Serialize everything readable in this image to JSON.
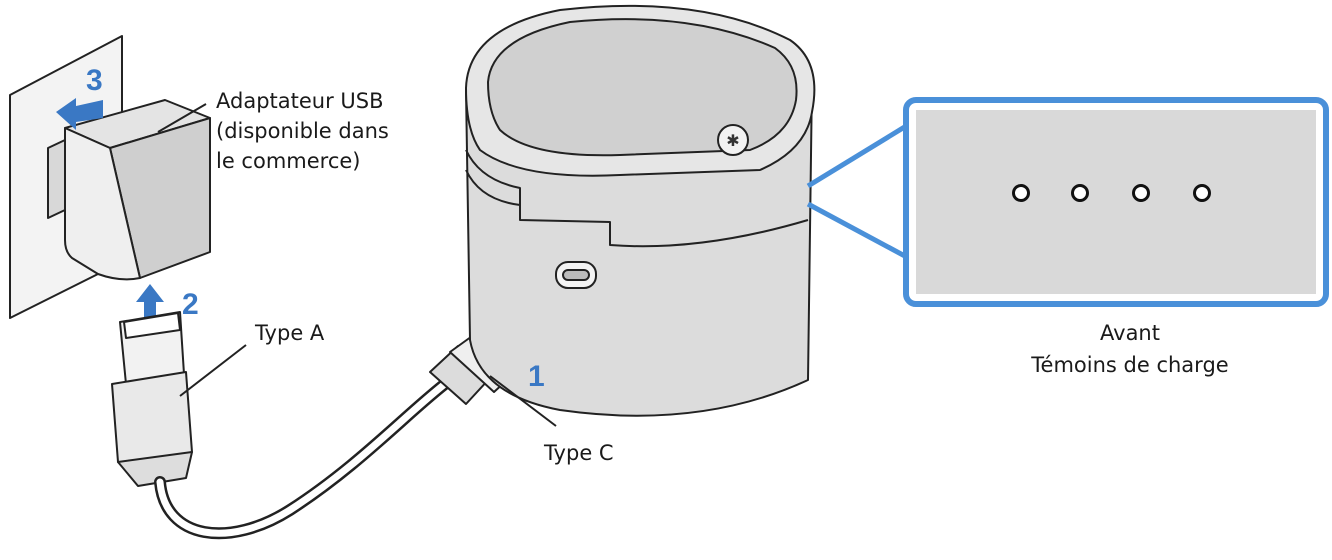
{
  "labels": {
    "usb_adapter": [
      "Adaptateur USB",
      "(disponible dans",
      "le commerce)"
    ],
    "type_a": "Type A",
    "type_c": "Type C",
    "front": "Avant",
    "charge_indicators": "Témoins de charge"
  },
  "steps": {
    "one": "1",
    "two": "2",
    "three": "3"
  },
  "indicator_lights": {
    "count": 4,
    "state": "off"
  },
  "colors": {
    "arrow_blue": "#3a78c4",
    "callout_border": "#4a90d9",
    "panel_gray": "#d9d9d9",
    "case_gray": "#dcdcdc",
    "outline": "#222222"
  }
}
